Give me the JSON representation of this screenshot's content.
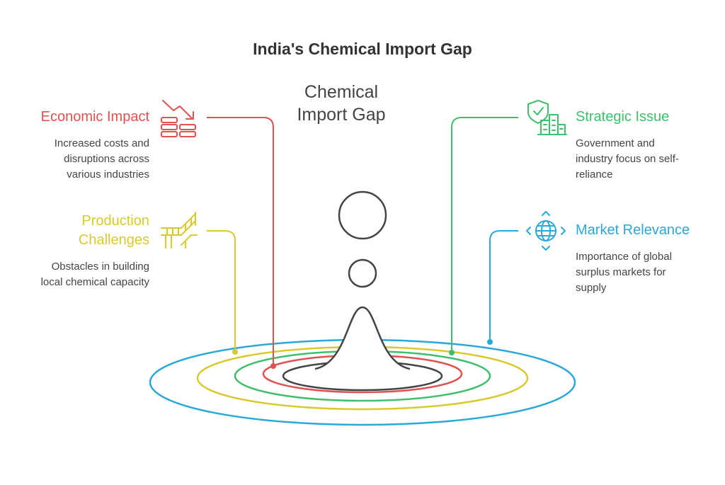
{
  "title": "India's Chemical Import Gap",
  "center_label_line1": "Chemical",
  "center_label_line2": "Import Gap",
  "items": [
    {
      "key": "economic",
      "heading": "Economic Impact",
      "desc1": "Increased costs and",
      "desc2": "disruptions across",
      "desc3": "various industries",
      "color": "#e0524f",
      "icon": "falling-coins-icon"
    },
    {
      "key": "production",
      "heading1": "Production",
      "heading2": "Challenges",
      "desc1": "Obstacles in building",
      "desc2": "local chemical capacity",
      "color": "#d9c92c",
      "icon": "ladder-bridge-icon"
    },
    {
      "key": "strategic",
      "heading": "Strategic Issue",
      "desc1": "Government and",
      "desc2": "industry focus on self-",
      "desc3": "reliance",
      "color": "#3fbf6b",
      "icon": "shield-buildings-icon"
    },
    {
      "key": "market",
      "heading": "Market Relevance",
      "desc1": "Importance of global",
      "desc2": "surplus markets for",
      "desc3": "supply",
      "color": "#2aa8d8",
      "icon": "globe-arrows-icon"
    }
  ]
}
